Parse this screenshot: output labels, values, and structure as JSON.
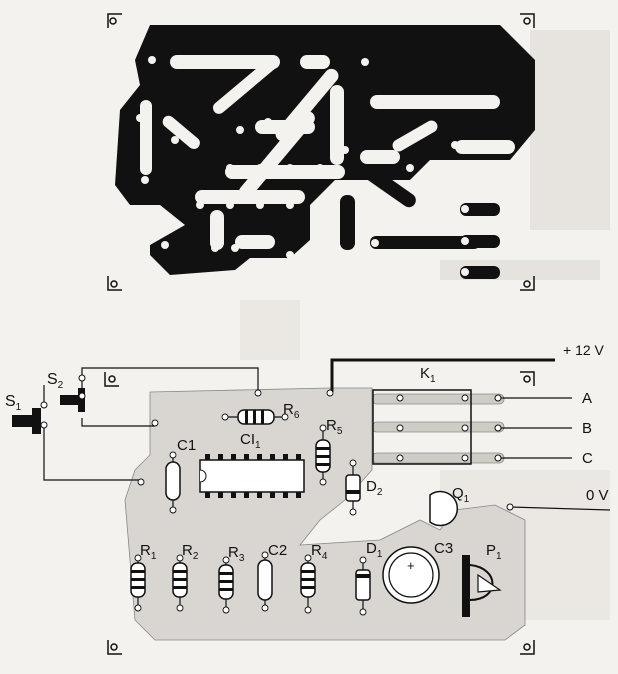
{
  "components": {
    "S1": "S",
    "S1_sub": "1",
    "S2": "S",
    "S2_sub": "2",
    "K1": "K",
    "K1_sub": "1",
    "C1": "C1",
    "CI1": "CI",
    "CI1_sub": "1",
    "R6": "R",
    "R6_sub": "6",
    "R5": "R",
    "R5_sub": "5",
    "D2": "D",
    "D2_sub": "2",
    "Q1": "Q",
    "Q1_sub": "1",
    "R1": "R",
    "R1_sub": "1",
    "R2": "R",
    "R2_sub": "2",
    "R3": "R",
    "R3_sub": "3",
    "C2": "C2",
    "R4": "R",
    "R4_sub": "4",
    "D1": "D",
    "D1_sub": "1",
    "C3": "C3",
    "P1": "P",
    "P1_sub": "1"
  },
  "terminals": {
    "supply": "+ 12 V",
    "a": "A",
    "b": "B",
    "c": "C",
    "ground": "0 V"
  },
  "colors": {
    "copper": "#111111",
    "board": "#d9d6d1",
    "paper": "#f4f2ee",
    "ink": "#111111"
  }
}
